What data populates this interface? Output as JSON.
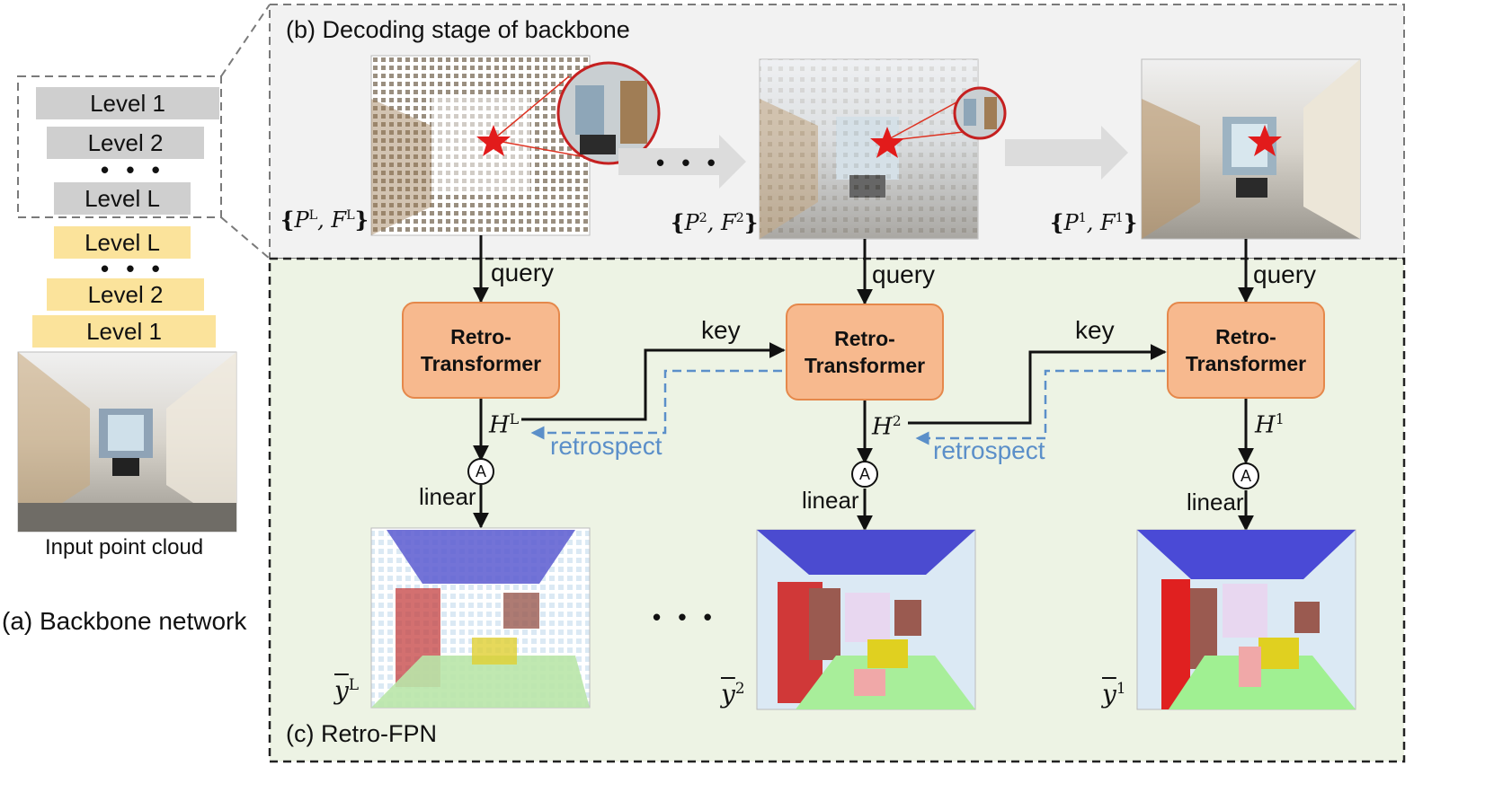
{
  "backbone": {
    "encoder_levels": [
      "Level 1",
      "Level 2",
      "Level L"
    ],
    "decoder_levels": [
      "Level L",
      "Level 2",
      "Level 1"
    ],
    "ellipsis": "• • •",
    "input_caption": "Input point cloud",
    "caption": "(a) Backbone network"
  },
  "decoding": {
    "caption": "(b) Decoding stage of backbone",
    "stages": [
      {
        "set_label": "P",
        "feat_label": "F",
        "sup": "L"
      },
      {
        "set_label": "P",
        "feat_label": "F",
        "sup": "2"
      },
      {
        "set_label": "P",
        "feat_label": "F",
        "sup": "1"
      }
    ],
    "ellipsis": "• • •"
  },
  "retro_fpn": {
    "caption": "(c) Retro-FPN",
    "block_line1": "Retro-",
    "block_line2": "Transformer",
    "query_label": "query",
    "key_label": "key",
    "retrospect_label": "retrospect",
    "linear_label": "linear",
    "aggregate_symbol": "A",
    "hidden": [
      {
        "symbol": "H",
        "sup": "L"
      },
      {
        "symbol": "H",
        "sup": "2"
      },
      {
        "symbol": "H",
        "sup": "1"
      }
    ],
    "outputs": [
      {
        "symbol": "y",
        "sup": "L"
      },
      {
        "symbol": "y",
        "sup": "2"
      },
      {
        "symbol": "y",
        "sup": "1"
      }
    ],
    "ellipsis": "• • •"
  },
  "colors": {
    "decode_bg": "#f2f2f2",
    "fpn_bg": "#edf3e4",
    "block_fill": "#f7b98e",
    "block_border": "#e5884b",
    "retrospect": "#5b8fc9",
    "level_gray": "#cfcfcf",
    "level_yellow": "#fbe39b"
  }
}
